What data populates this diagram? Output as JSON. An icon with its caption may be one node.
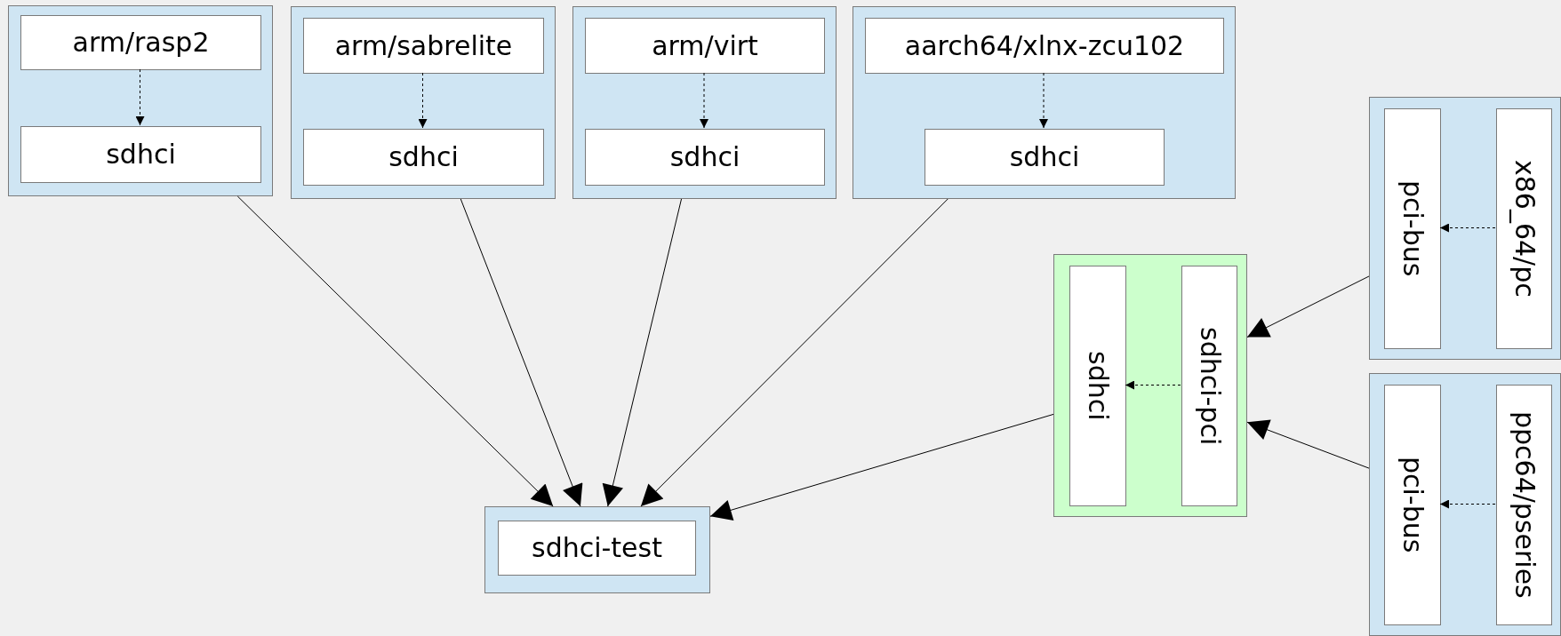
{
  "diagram": {
    "nodes": [
      {
        "text": [],
        "shape": "box"
      },
      {
        "text": [
          "arm/rasp2"
        ],
        "in": 0
      },
      {
        "text": [
          "sdhci"
        ],
        "in": 0
      },
      {
        "text": [],
        "shape": "box"
      },
      {
        "text": [
          "arm/sabrelite"
        ],
        "in": 3
      },
      {
        "text": [
          "sdhci"
        ],
        "in": 3
      },
      {
        "text": [],
        "shape": "box"
      },
      {
        "text": [
          "arm/virt"
        ],
        "in": 6
      },
      {
        "text": [
          "sdhci"
        ],
        "in": 6
      },
      {
        "text": [],
        "shape": "box"
      },
      {
        "text": [
          "aarch64/xlnx-zcu102"
        ],
        "in": 9
      },
      {
        "text": [
          "sdhci"
        ],
        "in": 9
      },
      {
        "text": [],
        "shape": "box"
      },
      {
        "text": [
          "sdhci-test"
        ],
        "in": 12
      },
      {
        "text": [],
        "shape": "box"
      },
      {
        "text": [
          "sdhci"
        ],
        "in": 14
      },
      {
        "text": [
          "sdhci-pci"
        ],
        "in": 14
      },
      {
        "text": [],
        "shape": "box"
      },
      {
        "text": [
          "pci-bus"
        ],
        "in": 17
      },
      {
        "text": [
          "x86_64/pc"
        ],
        "in": 17
      },
      {
        "text": [],
        "shape": "box"
      },
      {
        "text": [
          "pci-bus"
        ],
        "in": 20
      },
      {
        "text": [
          "ppc64/pseries"
        ],
        "in": 20
      }
    ],
    "edges": [
      {
        "from": 1,
        "to": 2,
        "arrow": "to",
        "style": "dashed"
      },
      {
        "from": 4,
        "to": 5,
        "arrow": "to",
        "style": "dashed"
      },
      {
        "from": 7,
        "to": 8,
        "arrow": "to",
        "style": "dashed"
      },
      {
        "from": 10,
        "to": 11,
        "arrow": "to",
        "style": "dashed"
      },
      {
        "from": 16,
        "to": 15,
        "arrow": "to",
        "style": "dashed"
      },
      {
        "from": 19,
        "to": 18,
        "arrow": "to",
        "style": "dashed"
      },
      {
        "from": 22,
        "to": 21,
        "arrow": "to",
        "style": "dashed"
      },
      {
        "from": 0,
        "to": 12,
        "arrow": "to"
      },
      {
        "from": 3,
        "to": 12,
        "arrow": "to"
      },
      {
        "from": 6,
        "to": 12,
        "arrow": "to"
      },
      {
        "from": 9,
        "to": 12,
        "arrow": "to"
      },
      {
        "from": 14,
        "to": 12,
        "arrow": "to"
      },
      {
        "from": 17,
        "to": 14,
        "arrow": "to"
      },
      {
        "from": 20,
        "to": 14,
        "arrow": "to"
      }
    ]
  }
}
